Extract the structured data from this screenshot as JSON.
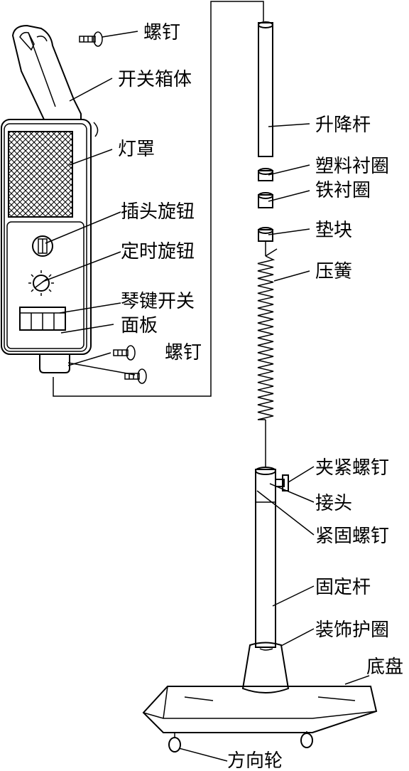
{
  "figure": {
    "labels": {
      "screw_top": "螺钉",
      "switch_box": "开关箱体",
      "lamp_cover": "灯罩",
      "plug_knob": "插头旋钮",
      "timer_knob": "定时旋钮",
      "piano_key_switch": "琴键开关",
      "panel": "面板",
      "screw_bottom": "螺钉",
      "lifting_rod": "升降杆",
      "plastic_bushing": "塑料衬圈",
      "iron_bushing": "铁衬圈",
      "pad_block": "垫块",
      "compression_spring": "压簧",
      "clamp_screw": "夹紧螺钉",
      "joint": "接头",
      "fastening_screw": "紧固螺钉",
      "fixed_rod": "固定杆",
      "decorative_ring": "装饰护圈",
      "base_plate": "底盘",
      "caster": "方向轮"
    }
  }
}
